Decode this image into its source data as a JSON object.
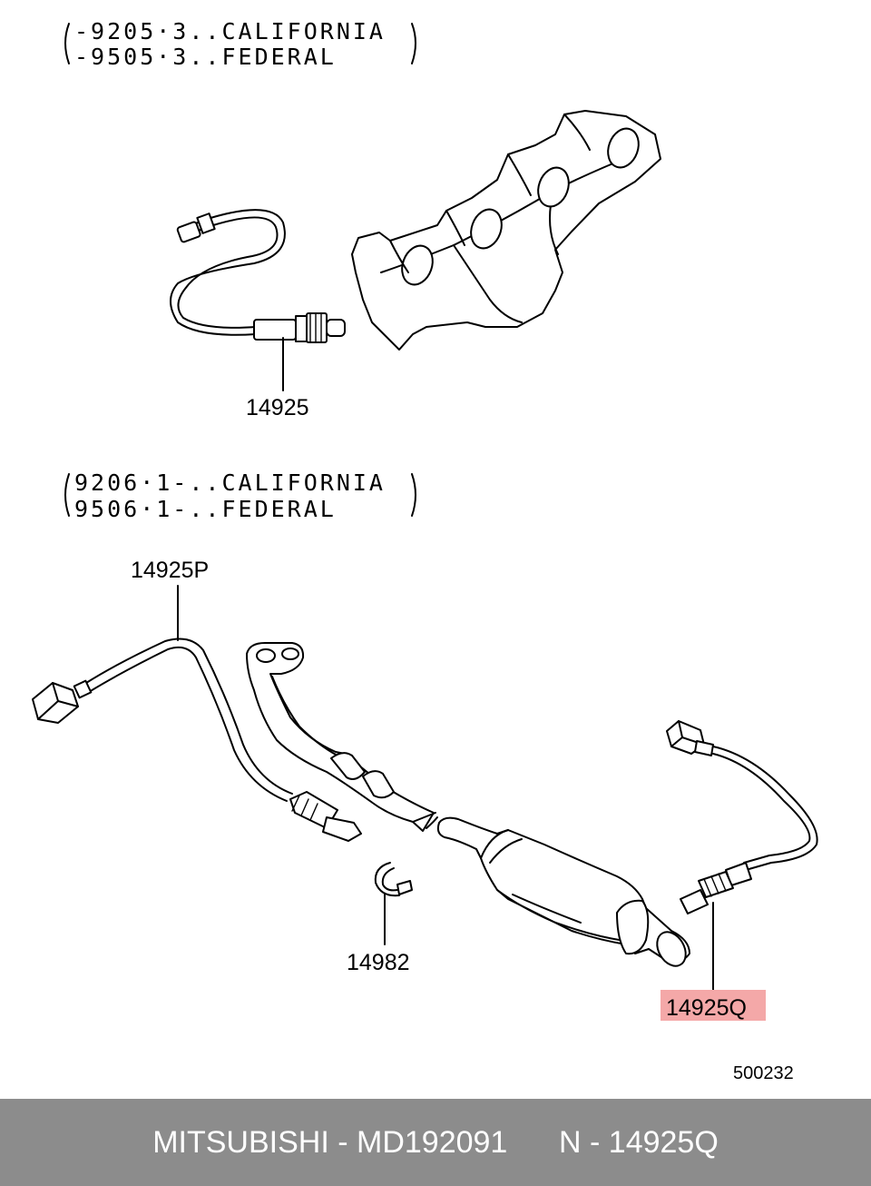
{
  "notes": {
    "top": {
      "line1": "-9205·3..CALIFORNIA",
      "line2": "-9505·3..FEDERAL"
    },
    "bottom": {
      "line1": "9206·1-..CALIFORNIA",
      "line2": "9506·1-..FEDERAL"
    }
  },
  "callouts": {
    "sensor_upper": "14925",
    "sensor_front": "14925P",
    "clamp": "14982",
    "sensor_rear": "14925Q"
  },
  "reference_number": "500232",
  "footer": {
    "brand": "MITSUBISHI",
    "separator": " - ",
    "part_number": "MD192091",
    "gap": "      ",
    "position_label": "N - 14925Q"
  },
  "colors": {
    "highlight": "#f4a8a8",
    "footer_bg": "#8c8c8c",
    "footer_text": "#ffffff"
  }
}
